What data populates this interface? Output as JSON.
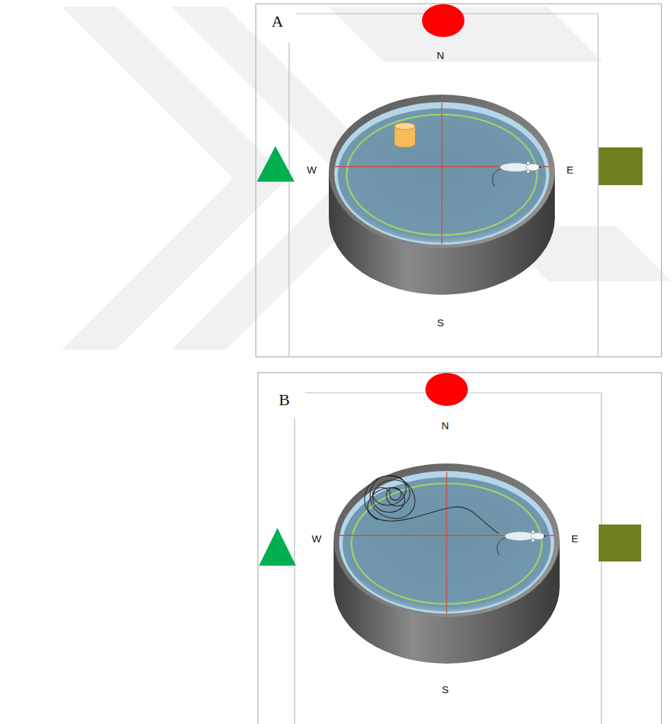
{
  "diagram": {
    "labels": [
      "A",
      "N",
      "W",
      "E",
      "S",
      "B",
      "N",
      "W",
      "E",
      "S"
    ]
  }
}
